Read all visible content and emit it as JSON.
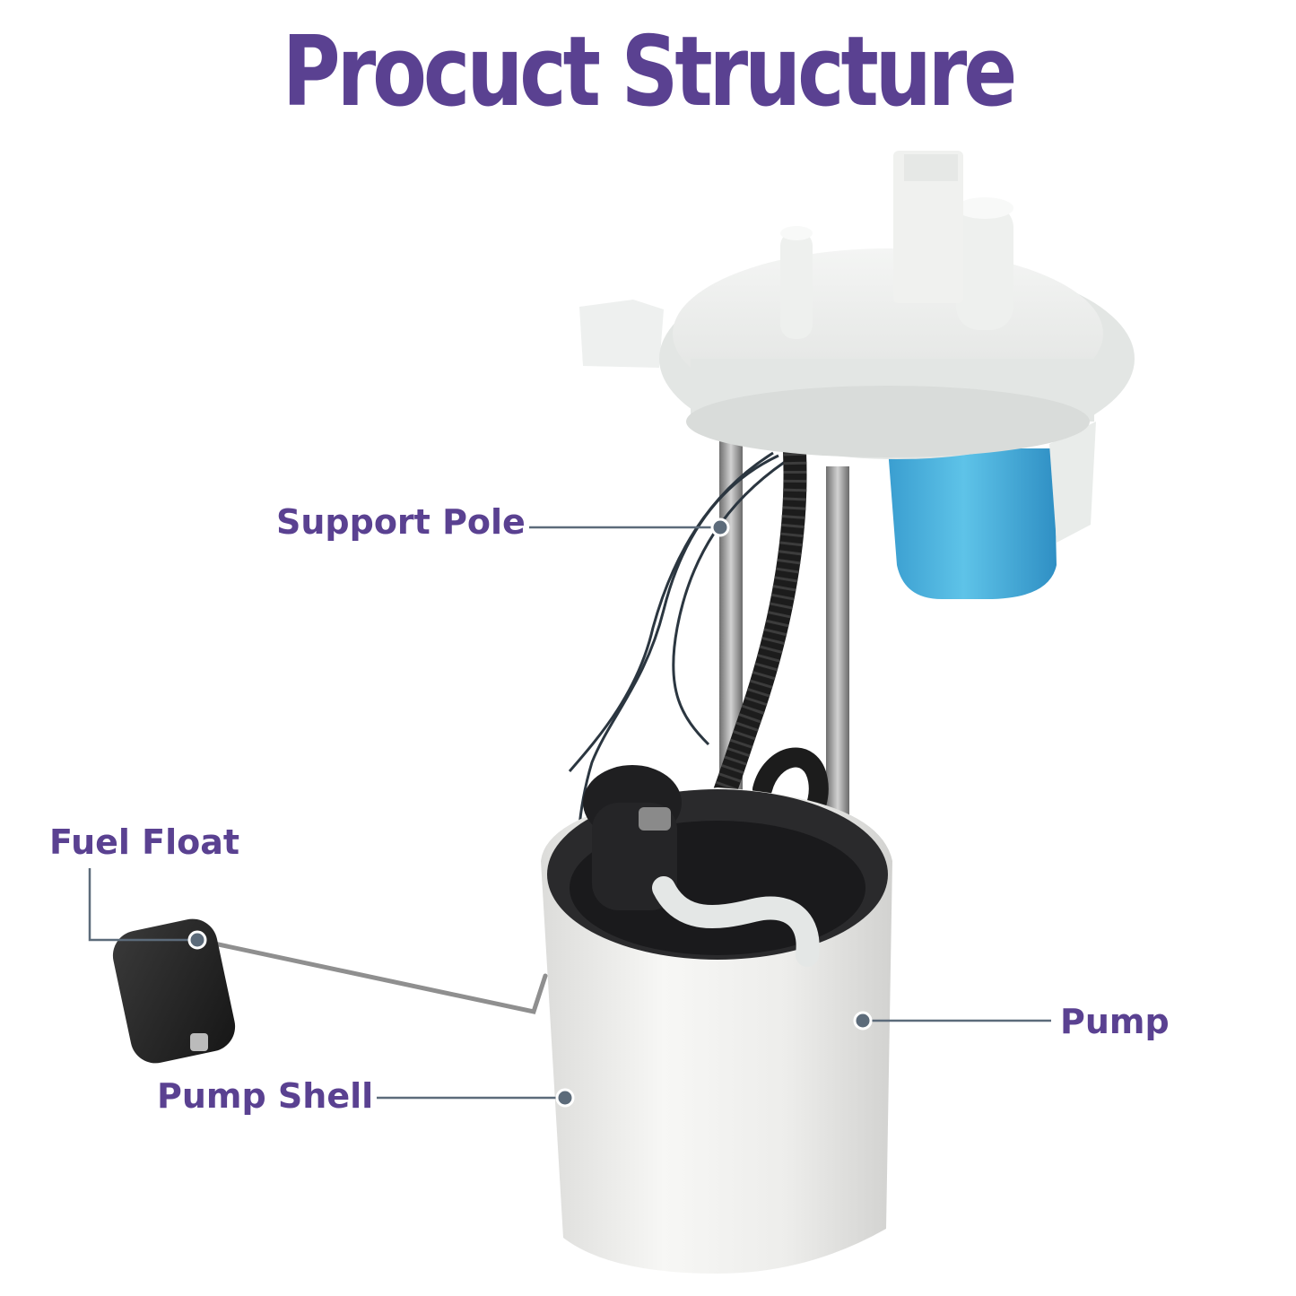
{
  "title": "Procuct Structure",
  "colors": {
    "title": "#5a4191",
    "label": "#5a4191",
    "leader": "#5c6b7a",
    "dot": "#5c6b7a"
  },
  "callouts": [
    {
      "id": "support",
      "label": "Support Pole"
    },
    {
      "id": "float",
      "label": "Fuel Float"
    },
    {
      "id": "pump",
      "label": "Pump"
    },
    {
      "id": "shell",
      "label": "Pump Shell"
    }
  ]
}
